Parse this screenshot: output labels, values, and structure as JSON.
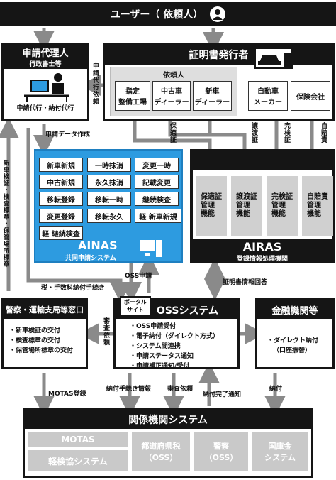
{
  "user": {
    "label": "ユーザー（ 依頼人）"
  },
  "agent": {
    "title": "申請代理人",
    "subtitle": "行政書士等",
    "caption": "申請代行・納付代行"
  },
  "issuer": {
    "title": "証明書発行者",
    "client_label": "依頼人",
    "clients": [
      "指定\n整備工場",
      "中古車\nディーラー",
      "新車\nディーラー"
    ],
    "makers": [
      "自動車\nメーカー",
      "保険会社"
    ]
  },
  "labels": {
    "agency_request": "申請代行依頼",
    "app_data_creation": "申請データ作成",
    "new_inspection": "新車検証・検査標章・保管場所標章",
    "hoan_cert": "保適証",
    "transfer_cert": "譲渡証",
    "completion_cert": "完検証",
    "liability_cert": "自賠責",
    "oss_apply": "OSS申請",
    "tax_fee": "税・手数料納付手続き",
    "cert_info_answer": "証明書情報回答",
    "inspection_request": "審査依頼",
    "motas_reg": "MOTAS登録",
    "payment_procedure_info": "納付手続き情報",
    "inspection_request2": "審査依頼",
    "payment_complete": "納付完了通知",
    "payment": "納付"
  },
  "ainas": {
    "cells": [
      "新車新規",
      "一時抹消",
      "変更一時",
      "中古新規",
      "永久抹消",
      "記載変更",
      "移転登録",
      "移転一時",
      "継続検査",
      "変更登録",
      "移転永久",
      "軽 新車新規",
      "軽 継続検査"
    ],
    "title": "AINAS",
    "subtitle": "共同申請システム"
  },
  "airas": {
    "functions": [
      "保適証\n管理\n機能",
      "譲渡証\n管理\n機能",
      "完検証\n管理\n機能",
      "自賠責\n管理\n機能"
    ],
    "title": "AIRAS",
    "subtitle": "登録情報処理機関"
  },
  "police": {
    "title": "警察・運輸支局等窓口",
    "items": [
      "・新車検証の交付",
      "・検査標章の交付",
      "・保管場所標章の交付"
    ]
  },
  "oss": {
    "portal": "ポータル\nサイト",
    "title": "OSSシステム",
    "items": [
      "・OSS申請受付",
      "・電子納付（ダイレクト方式）",
      "・システム間連携",
      "・申請ステータス通知",
      "・申請補正通知/受付"
    ]
  },
  "finance": {
    "title": "金融機関等",
    "items": [
      "・ダイレクト納付",
      "（口座振替）"
    ]
  },
  "related": {
    "title": "関係機関システム",
    "systems": [
      "MOTAS",
      "軽検協システム",
      "都道府県税\n（OSS）",
      "警察\n（OSS）",
      "国庫金\nシステム"
    ]
  },
  "colors": {
    "dark": "#151515",
    "ainas_blue": "#2d9be0",
    "gray": "#c9c9c9",
    "arrow": "#8a8a8a"
  }
}
